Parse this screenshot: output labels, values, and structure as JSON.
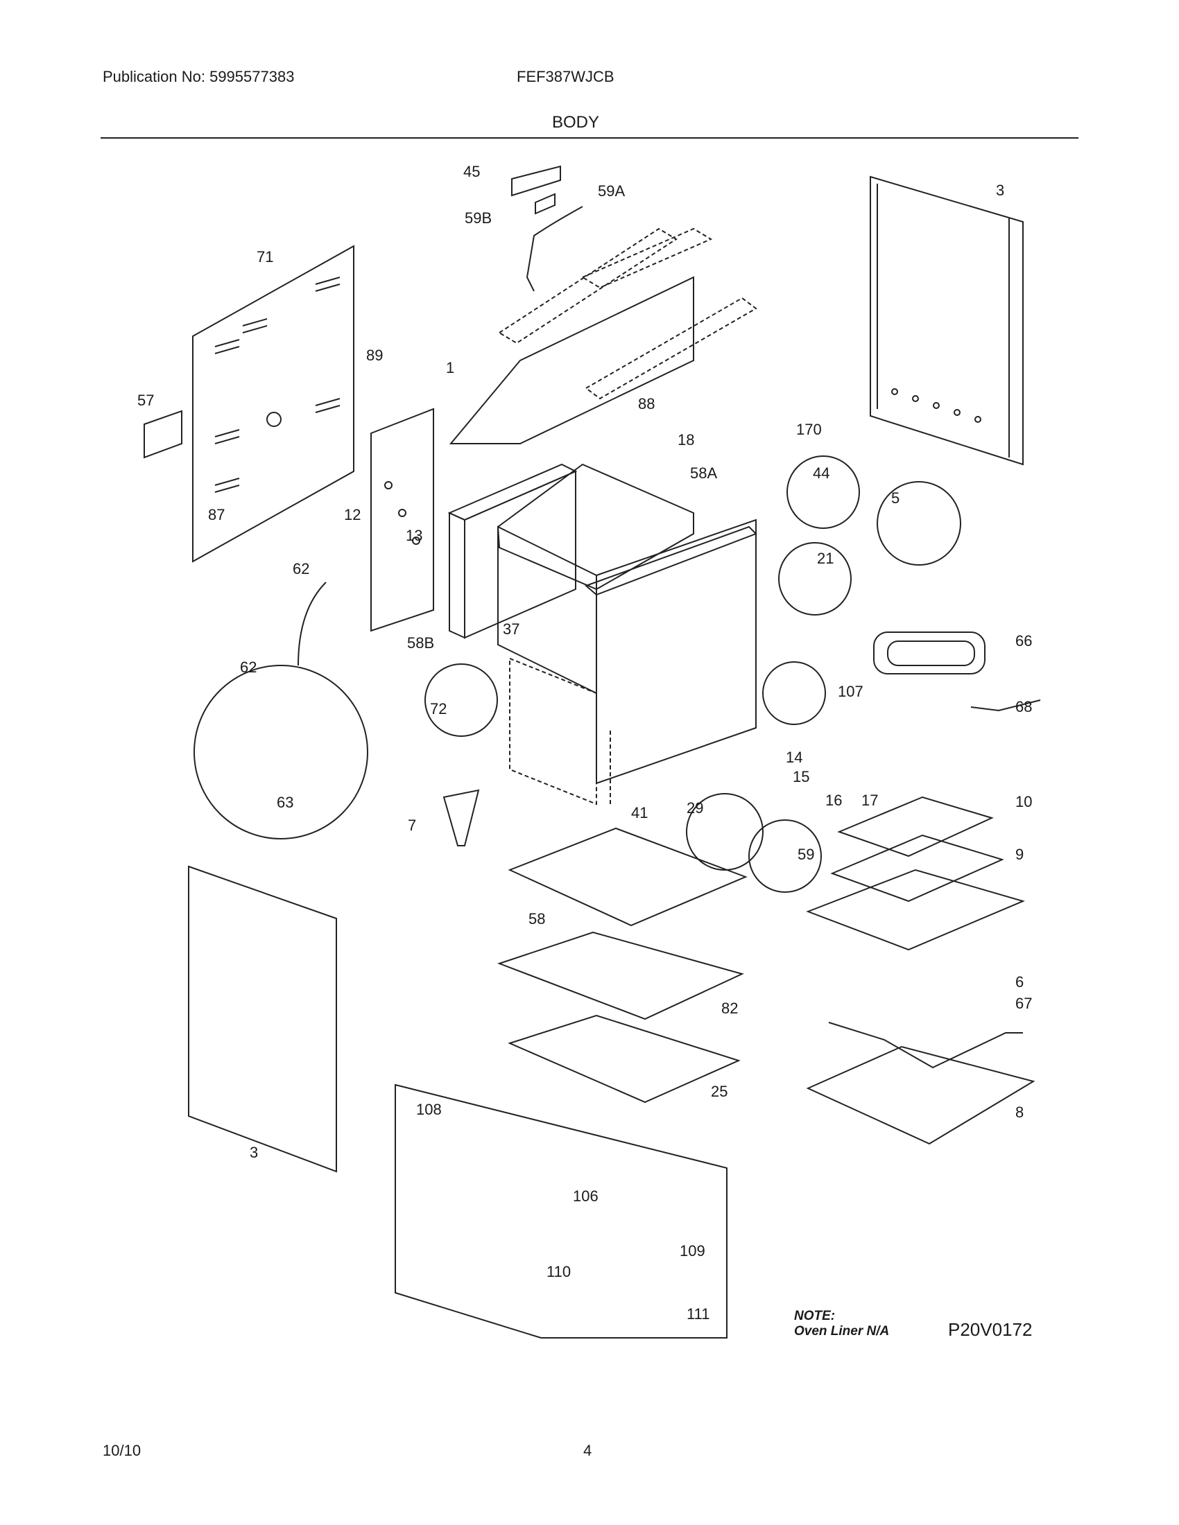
{
  "header": {
    "publication": "Publication No: 5995577383",
    "model": "FEF387WJCB",
    "title": "BODY"
  },
  "note": {
    "line1": "NOTE:",
    "line2": "Oven Liner N/A"
  },
  "diagram_code": "P20V0172",
  "footer": {
    "date": "10/10",
    "page": "4"
  },
  "callouts": [
    "45",
    "59A",
    "59B",
    "3",
    "71",
    "89",
    "1",
    "57",
    "88",
    "18",
    "170",
    "44",
    "5",
    "87",
    "12",
    "13",
    "58A",
    "21",
    "62",
    "66",
    "37",
    "58B",
    "68",
    "107",
    "72",
    "62",
    "14",
    "15",
    "16",
    "17",
    "10",
    "63",
    "41",
    "29",
    "59",
    "7",
    "9",
    "58",
    "6",
    "82",
    "67",
    "25",
    "8",
    "108",
    "3",
    "106",
    "109",
    "110",
    "111"
  ]
}
